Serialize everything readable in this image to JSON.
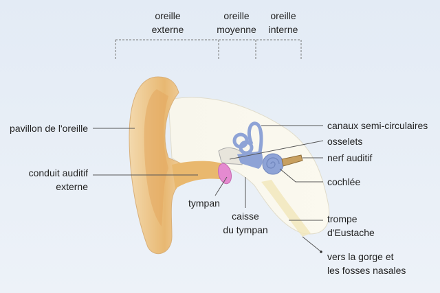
{
  "sections": {
    "outer": [
      "oreille",
      "externe"
    ],
    "middle": [
      "oreille",
      "moyenne"
    ],
    "inner": [
      "oreille",
      "interne"
    ]
  },
  "labels": {
    "pinna": "pavillon de l'oreille",
    "ear_canal": [
      "conduit auditif",
      "externe"
    ],
    "eardrum": "tympan",
    "tympanic_cavity": [
      "caisse",
      "du tympan"
    ],
    "semicircular_canals": "canaux semi-circulaires",
    "ossicles": "osselets",
    "auditory_nerve": "nerf auditif",
    "cochlea": "cochlée",
    "eustachian_tube": [
      "trompe",
      "d'Eustache"
    ],
    "to_throat": [
      "vers la gorge et",
      "les fosses nasales"
    ]
  },
  "colors": {
    "skin": "#eec88f",
    "inner_ear": "#8ea3d6",
    "eardrum": "#e58ad0",
    "nerve": "#c8a060"
  }
}
